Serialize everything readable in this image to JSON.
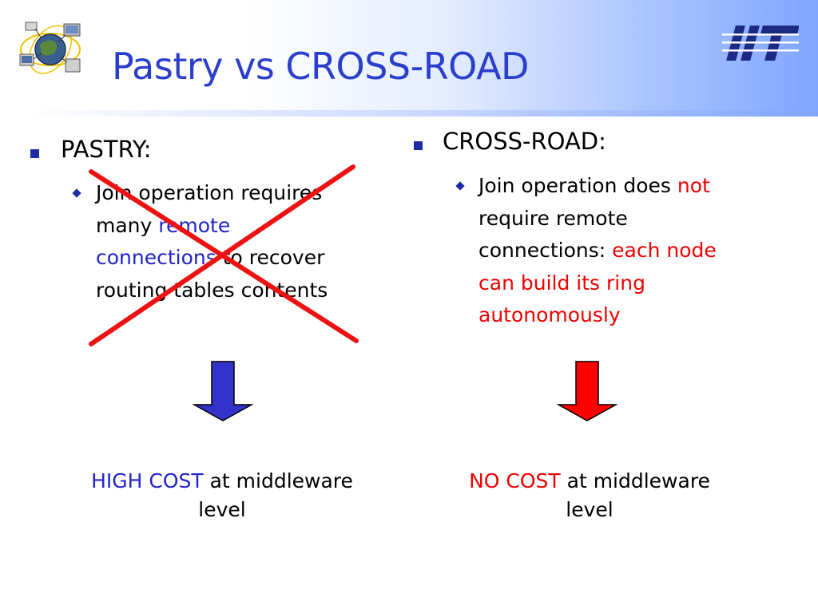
{
  "slide": {
    "title": "Pastry vs CROSS-ROAD",
    "left": {
      "heading": "PASTRY:",
      "line1": "Join operation requires",
      "line2_a": "many ",
      "line2_b": "remote",
      "line3_a": "connections",
      "line3_b": " to recover",
      "line4": "routing tables contents",
      "cost_emph": "HIGH COST",
      "cost_rest": " at middleware",
      "cost_line2": "level"
    },
    "right": {
      "heading": "CROSS-ROAD:",
      "line1_a": "Join operation does ",
      "line1_b": "not",
      "line2": "require remote",
      "line3_a": "connections: ",
      "line3_b": "each node",
      "line4": "can build its ring",
      "line5": "autonomously",
      "cost_emph": "NO COST",
      "cost_rest": " at middleware",
      "cost_line2": "level"
    }
  },
  "colors": {
    "title": "#2b3fcc",
    "bullet": "#1f2aa8",
    "highlight_red": "#ee0000",
    "highlight_blue": "#2323cc",
    "arrow_left": "#3333cc",
    "arrow_right": "#ff0000",
    "cross": "#ee1111"
  },
  "icons": {
    "top_left": "globe-network-icon",
    "top_right": "iit-logo"
  }
}
